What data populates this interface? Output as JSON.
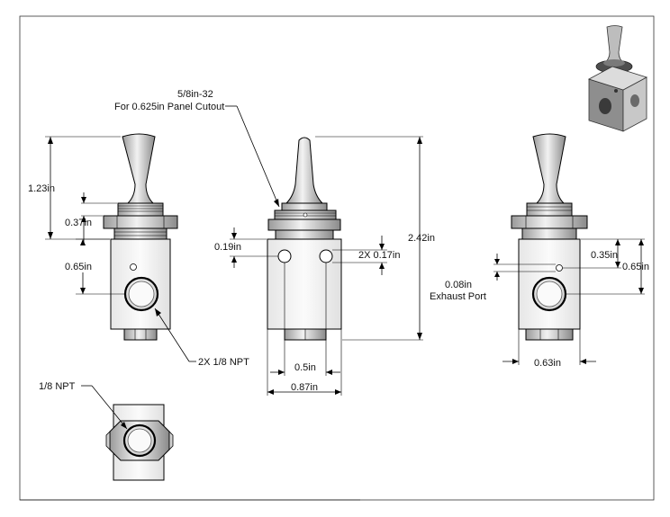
{
  "labels": {
    "thread_spec": "5/8in-32",
    "panel_cutout": "For 0.625in Panel Cutout",
    "total_height": "2.42in",
    "handle_height": "1.23in",
    "nut_height": "0.37in",
    "port_height_left": "0.65in",
    "port_callout": "2X 1/8 NPT",
    "hole_offset": "0.19in",
    "hole_dia": "2X 0.17in",
    "hole_spacing": "0.5in",
    "body_width": "0.87in",
    "exhaust_offset": "0.35in",
    "port_height_right": "0.65in",
    "exhaust_size": "0.08in",
    "exhaust_label": "Exhaust Port",
    "depth_width": "0.63in",
    "bottom_port": "1/8 NPT"
  },
  "colors": {
    "line": "#000000",
    "body_fill": "#f4f4f4",
    "metal_dark": "#6a6a6a",
    "metal_light": "#d8d8d8"
  }
}
